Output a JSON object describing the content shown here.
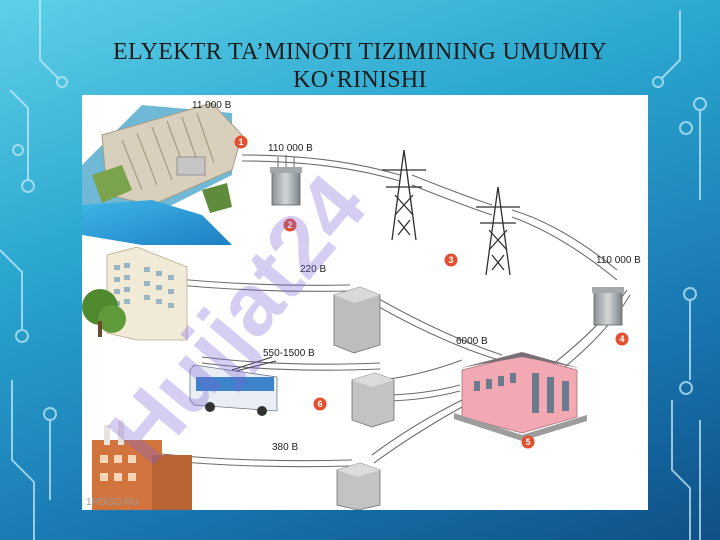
{
  "slide": {
    "title_line1": "ELYEKTR TA’MINOTI TIZIMINING UMUMIY",
    "title_line2": "KO‘RINISHI"
  },
  "diagram": {
    "voltage_labels": {
      "plant": "11 000 B",
      "step_up": "110 000 B",
      "line_end": "110 000 B",
      "residential": "220 B",
      "trolley": "550-1500 B",
      "substation": "6000 B",
      "industry": "380 B"
    },
    "markers": [
      "1",
      "2",
      "3",
      "4",
      "5",
      "6"
    ],
    "watermark": "Hujjat24",
    "corner_text": "1POGO.RU",
    "colors": {
      "marker": "#e4502f",
      "watermark": "#7d62d8",
      "building": "#f2a9b4",
      "wire": "#6d6d6d"
    }
  }
}
